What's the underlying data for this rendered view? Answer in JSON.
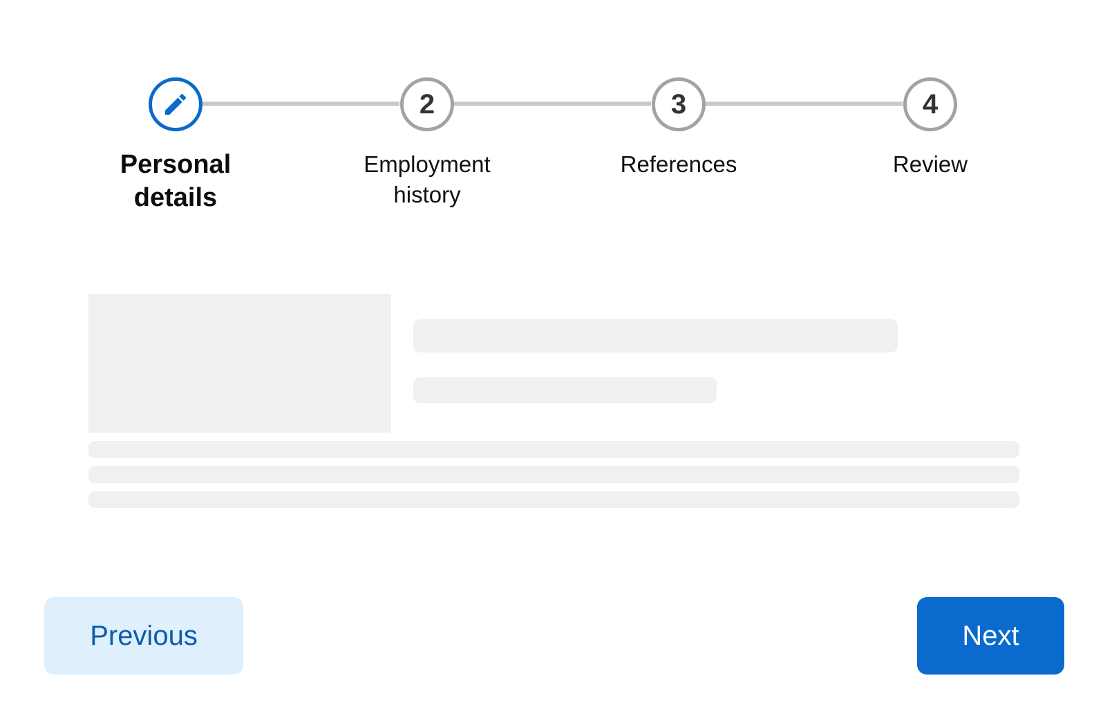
{
  "stepper": {
    "steps": [
      {
        "number": "",
        "icon": "pencil-icon",
        "label_lines": [
          "Personal",
          "details"
        ],
        "state": "active"
      },
      {
        "number": "2",
        "label_lines": [
          "Employment",
          "history"
        ],
        "state": "upcoming"
      },
      {
        "number": "3",
        "label_lines": [
          "References"
        ],
        "state": "upcoming"
      },
      {
        "number": "4",
        "label_lines": [
          "Review"
        ],
        "state": "upcoming"
      }
    ]
  },
  "navigation": {
    "previous_label": "Previous",
    "next_label": "Next"
  },
  "colors": {
    "accent": "#0a6acd",
    "inactive_step_border": "#a3a3a3",
    "connector": "#c9c9c9",
    "skeleton": "#f1f0f0",
    "previous_button_bg": "#e0effc"
  }
}
